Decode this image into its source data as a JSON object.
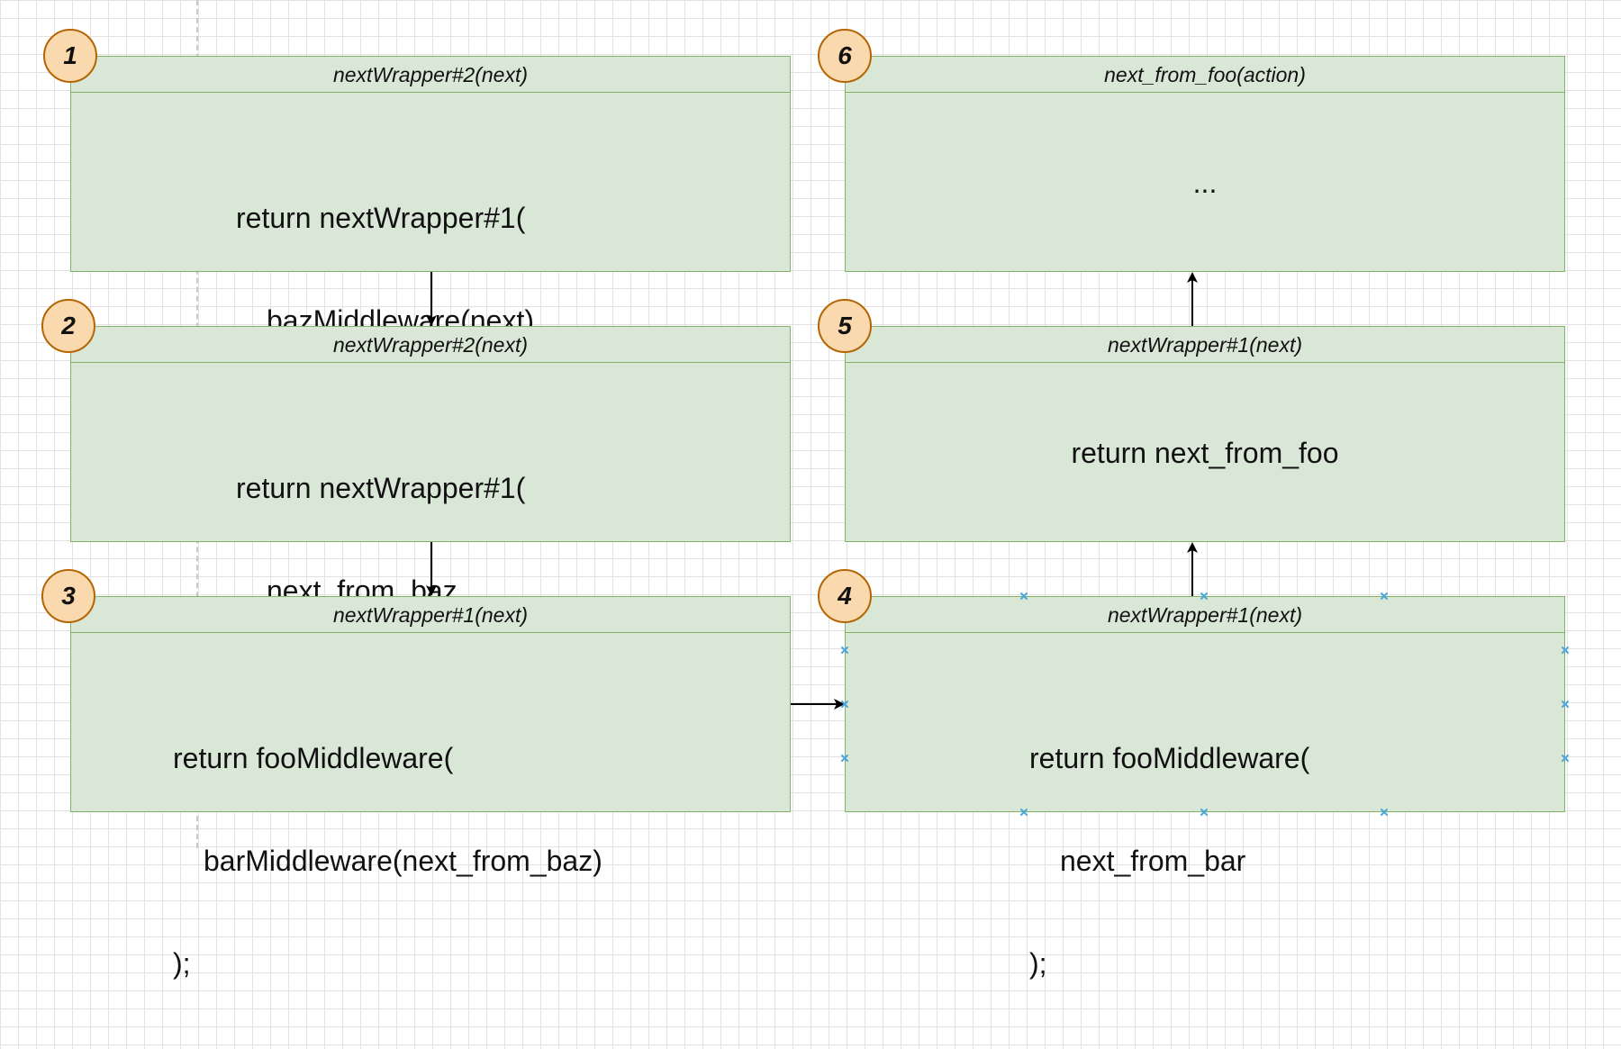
{
  "nodes": [
    {
      "step": "1",
      "title": "nextWrapper#2(next)",
      "lines": [
        "return nextWrapper#1(",
        "bazMiddleware(next)",
        ");"
      ]
    },
    {
      "step": "2",
      "title": "nextWrapper#2(next)",
      "lines": [
        "return nextWrapper#1(",
        "next_from_baz",
        ");"
      ]
    },
    {
      "step": "3",
      "title": "nextWrapper#1(next)",
      "lines": [
        "return fooMiddleware(",
        "barMiddleware(next_from_baz)",
        ");"
      ]
    },
    {
      "step": "4",
      "title": "nextWrapper#1(next)",
      "lines": [
        "return fooMiddleware(",
        "next_from_bar",
        ");"
      ]
    },
    {
      "step": "5",
      "title": "nextWrapper#1(next)",
      "text": "return next_from_foo"
    },
    {
      "step": "6",
      "title": "next_from_foo(action)",
      "text": "..."
    }
  ],
  "colors": {
    "node_fill": "#d9e7d6",
    "node_stroke": "#82b366",
    "badge_fill": "#fad9ae",
    "badge_stroke": "#b46504",
    "selection_marker": "#4aa8d8"
  },
  "selected_node": "4"
}
